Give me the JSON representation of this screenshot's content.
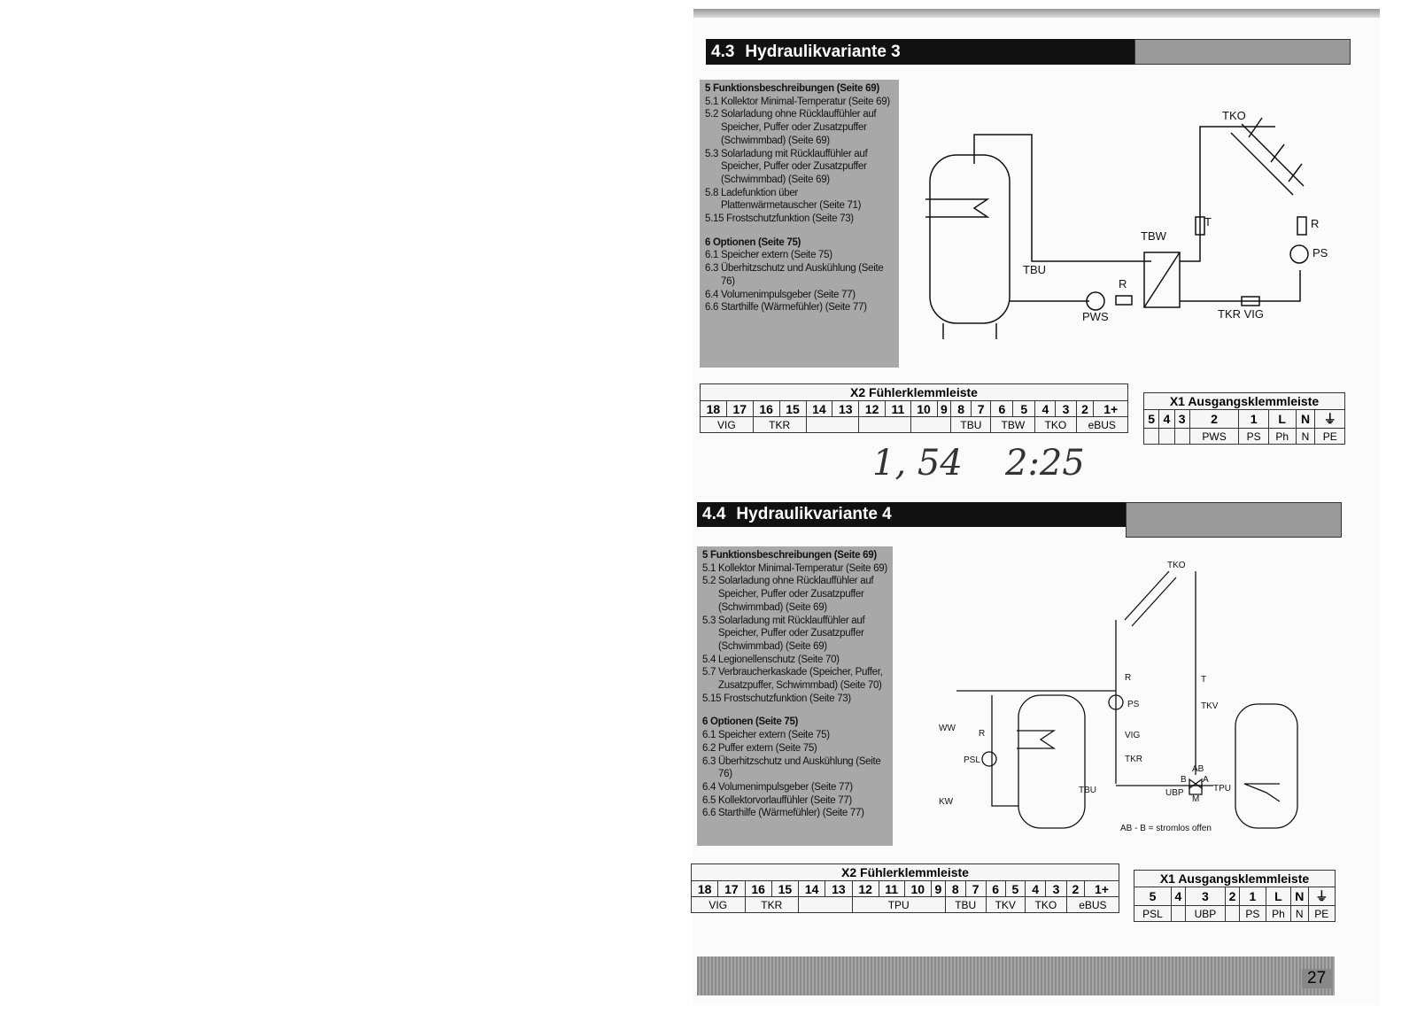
{
  "sections": [
    {
      "number": "4.3",
      "title": "Hydraulikvariante 3",
      "box": [
        {
          "t": "5 Funktionsbeschreibungen (Seite 69)",
          "h": true
        },
        {
          "t": "5.1 Kollektor Minimal-Temperatur (Seite 69)"
        },
        {
          "t": "5.2 Solarladung ohne Rücklauffühler auf Speicher, Puffer oder Zusatzpuffer (Schwimmbad) (Seite 69)"
        },
        {
          "t": "5.3 Solarladung mit Rücklauffühler auf Speicher, Puffer oder Zusatzpuffer (Schwimmbad) (Seite 69)"
        },
        {
          "t": "5.8 Ladefunktion über Plattenwärmetauscher (Seite 71)"
        },
        {
          "t": "5.15 Frostschutzfunktion (Seite 73)"
        },
        {
          "gap": true
        },
        {
          "t": "6 Optionen (Seite 75)",
          "h": true
        },
        {
          "t": "6.1 Speicher extern (Seite 75)"
        },
        {
          "t": "6.3 Überhitzschutz und Auskühlung (Seite 76)"
        },
        {
          "t": "6.4 Volumenimpulsgeber (Seite 77)"
        },
        {
          "t": "6.6 Starthilfe (Wärmefühler) (Seite 77)"
        }
      ],
      "diagram": {
        "tko": "TKO",
        "t": "T",
        "r1": "R",
        "ps": "PS",
        "tbw": "TBW",
        "tbu": "TBU",
        "r2": "R",
        "pws": "PWS",
        "tkrvig": "TKR VIG"
      },
      "x2": {
        "title": "X2 Fühlerklemmleiste",
        "numbers": [
          "18",
          "17",
          "16",
          "15",
          "14",
          "13",
          "12",
          "11",
          "10",
          "9",
          "8",
          "7",
          "6",
          "5",
          "4",
          "3",
          "2",
          "1+"
        ],
        "labels": [
          {
            "t": "VIG",
            "span": 2
          },
          {
            "t": "TKR",
            "span": 2
          },
          {
            "t": "",
            "span": 2
          },
          {
            "t": "",
            "span": 2
          },
          {
            "t": "",
            "span": 2
          },
          {
            "t": "TBU",
            "span": 2
          },
          {
            "t": "TBW",
            "span": 2
          },
          {
            "t": "TKO",
            "span": 2
          },
          {
            "t": "eBUS",
            "span": 2
          }
        ]
      },
      "x1": {
        "title": "X1 Ausgangsklemmleiste",
        "numbers": [
          "5",
          "4",
          "3",
          "2",
          "1",
          "L",
          "N",
          "⏚"
        ],
        "labels": [
          "",
          "",
          "",
          "PWS",
          "PS",
          "Ph",
          "N",
          "PE"
        ]
      }
    },
    {
      "number": "4.4",
      "title": "Hydraulikvariante 4",
      "box": [
        {
          "t": "5 Funktionsbeschreibungen (Seite 69)",
          "h": true
        },
        {
          "t": "5.1 Kollektor Minimal-Temperatur (Seite 69)"
        },
        {
          "t": "5.2 Solarladung ohne Rücklauffühler auf Speicher, Puffer oder Zusatzpuffer (Schwimmbad) (Seite 69)"
        },
        {
          "t": "5.3 Solarladung mit Rücklauffühler auf Speicher, Puffer oder Zusatzpuffer (Schwimmbad) (Seite 69)"
        },
        {
          "t": "5.4 Legionellenschutz (Seite 70)"
        },
        {
          "t": "5.7 Verbraucherkaskade (Speicher, Puffer, Zusatzpuffer, Schwimmbad) (Seite 70)"
        },
        {
          "t": "5.15 Frostschutzfunktion (Seite 73)"
        },
        {
          "gap": true
        },
        {
          "t": "6 Optionen (Seite 75)",
          "h": true
        },
        {
          "t": "6.1 Speicher extern (Seite 75)"
        },
        {
          "t": "6.2 Puffer extern (Seite 75)"
        },
        {
          "t": "6.3 Überhitzschutz und Auskühlung (Seite 76)"
        },
        {
          "t": "6.4 Volumenimpulsgeber (Seite 77)"
        },
        {
          "t": "6.5 Kollektorvorlauffühler (Seite 77)"
        },
        {
          "t": "6.6 Starthilfe (Wärmefühler) (Seite 77)"
        }
      ],
      "diagram": {
        "tko": "TKO",
        "r": "R",
        "ps": "PS",
        "vig": "VIG",
        "tkr": "TKR",
        "t": "T",
        "tkv": "TKV",
        "ww": "WW",
        "r2": "R",
        "psl": "PSL",
        "kw": "KW",
        "tbu": "TBU",
        "ab": "AB",
        "b": "B",
        "a": "A",
        "ubp": "UBP",
        "m": "M",
        "tpu": "TPU",
        "note": "AB - B = stromlos offen"
      },
      "x2": {
        "title": "X2 Fühlerklemmleiste",
        "numbers": [
          "18",
          "17",
          "16",
          "15",
          "14",
          "13",
          "12",
          "11",
          "10",
          "9",
          "8",
          "7",
          "6",
          "5",
          "4",
          "3",
          "2",
          "1+"
        ],
        "labels": [
          {
            "t": "VIG",
            "span": 2
          },
          {
            "t": "TKR",
            "span": 2
          },
          {
            "t": "",
            "span": 2
          },
          {
            "t": "TPU",
            "span": 4
          },
          {
            "t": "TBU",
            "span": 2
          },
          {
            "t": "TKV",
            "span": 2
          },
          {
            "t": "TKO",
            "span": 2
          },
          {
            "t": "eBUS",
            "span": 2
          }
        ]
      },
      "x1": {
        "title": "X1 Ausgangsklemmleiste",
        "numbers": [
          "5",
          "4",
          "3",
          "2",
          "1",
          "L",
          "N",
          "⏚"
        ],
        "labels": [
          "PSL",
          "",
          "UBP",
          "",
          "PS",
          "Ph",
          "N",
          "PE"
        ]
      }
    }
  ],
  "handwriting": [
    "1, 54",
    "2:25"
  ],
  "page_number": "27"
}
